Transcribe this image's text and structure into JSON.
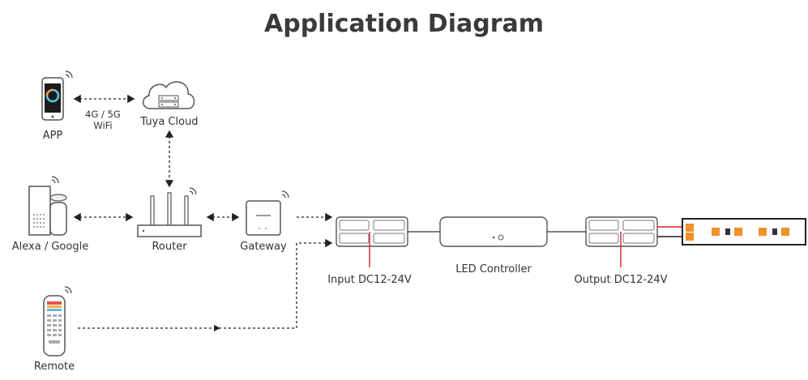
{
  "title": "Application Diagram",
  "nodes": {
    "app": "APP",
    "tuya_cloud": "Tuya Cloud",
    "alexa_google": "Alexa / Google",
    "router": "Router",
    "gateway": "Gateway",
    "remote": "Remote",
    "led_controller": "LED Controller",
    "input": "Input DC12-24V",
    "output": "Output DC12-24V"
  },
  "link_labels": {
    "app_cloud_line1": "4G / 5G",
    "app_cloud_line2": "WiFi"
  },
  "colors": {
    "line": "#222222",
    "accent": "#d8202f",
    "led": "#f0902a",
    "device_outline": "#888888"
  }
}
